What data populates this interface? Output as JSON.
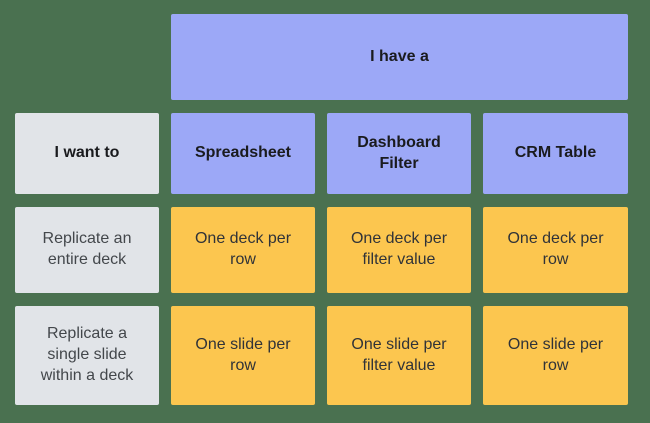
{
  "colors": {
    "background": "#4A7150",
    "header_fill": "#9CA8F7",
    "label_fill": "#E1E4E8",
    "value_fill": "#FCC64F",
    "header_text": "#1A1B1E",
    "label_text": "#43474B",
    "value_text": "#303338"
  },
  "matrix": {
    "top_header": "I have a",
    "corner_label": "I want to",
    "columns": [
      "Spreadsheet",
      "Dashboard Filter",
      "CRM Table"
    ],
    "rows": [
      {
        "label": "Replicate an entire deck",
        "values": [
          "One deck per row",
          "One deck per filter value",
          "One deck per row"
        ]
      },
      {
        "label": "Replicate a single slide within a deck",
        "values": [
          "One slide per row",
          "One slide per filter value",
          "One slide per row"
        ]
      }
    ]
  }
}
